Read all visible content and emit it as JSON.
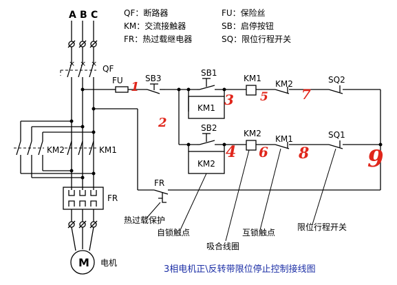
{
  "phases": {
    "a": "A",
    "b": "B",
    "c": "C"
  },
  "legend": {
    "qf": "QF：断路器",
    "km": "KM：交流接触器",
    "fr": "FR：热过载继电器",
    "fu": "FU：保险丝",
    "sb": "SB：启停按钮",
    "sq": "SQ：限位行程开关"
  },
  "components": {
    "qf": "QF",
    "fu": "FU",
    "sb3": "SB3",
    "sb1": "SB1",
    "sb2": "SB2",
    "km1_coil": "KM1",
    "km2_coil": "KM2",
    "km1_hold": "KM1",
    "km2_hold": "KM2",
    "km2_interlock": "KM2",
    "km1_interlock": "KM1",
    "sq1": "SQ1",
    "sq2": "SQ2",
    "km2_main": "KM2",
    "km1_main": "KM1",
    "fr_main": "FR",
    "fr_ctrl": "FR",
    "motor": "M",
    "motor_label": "电机"
  },
  "annotations": {
    "thermal": "热过载保护",
    "self_lock": "自锁触点",
    "coil": "吸合线圈",
    "interlock": "互锁触点",
    "limit": "限位行程开关"
  },
  "node_numbers": [
    "1",
    "2",
    "3",
    "5",
    "7",
    "4",
    "6",
    "8",
    "9"
  ],
  "title": "3相电机正\\反转带限位停止控制接线图",
  "colors": {
    "red_marks": "#e0261b",
    "title": "#1c2fa6",
    "lines": "#000000"
  }
}
